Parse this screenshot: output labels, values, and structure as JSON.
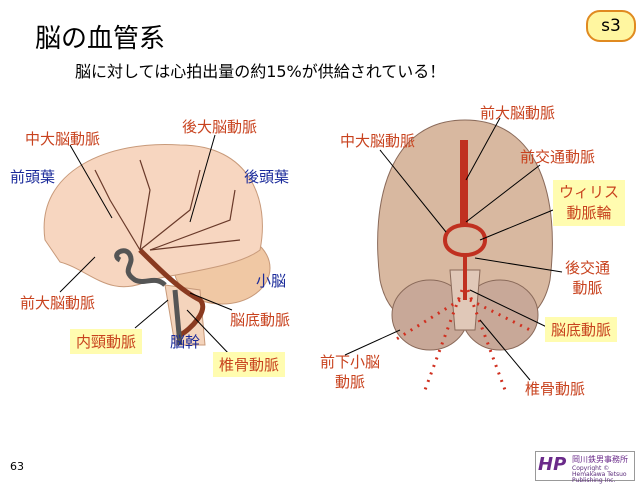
{
  "title": "脳の血管系",
  "subtitle": "脳に対しては心拍出量の約15%が供給されている！",
  "slide_badge": "s3",
  "page_number": "63",
  "left": {
    "mca": "中大脳動脈",
    "pca": "後大脳動脈",
    "frontal": "前頭葉",
    "occipital": "後頭葉",
    "cerebellum": "小脳",
    "aca": "前大脳動脈",
    "basilar": "脳底動脈",
    "ica": "内頸動脈",
    "brainstem": "脳幹",
    "vertebral": "椎骨動脈"
  },
  "right": {
    "aca": "前大脳動脈",
    "mca": "中大脳動脈",
    "acom": "前交通動脈",
    "willis1": "ウィリス",
    "willis2": "動脈輪",
    "pcom1": "後交通",
    "pcom2": "動脈",
    "basilar": "脳底動脈",
    "aica1": "前下小脳",
    "aica2": "動脈",
    "vertebral": "椎骨動脈"
  },
  "logo": {
    "name": "岡川鉄男事務所",
    "mark": "HP",
    "copyright": "Copyright © Hemakawa Tetsuo Publishing Inc."
  },
  "colors": {
    "label_red": "#c8421e",
    "label_blue": "#1a2a9a",
    "highlight": "#fffcb0"
  }
}
